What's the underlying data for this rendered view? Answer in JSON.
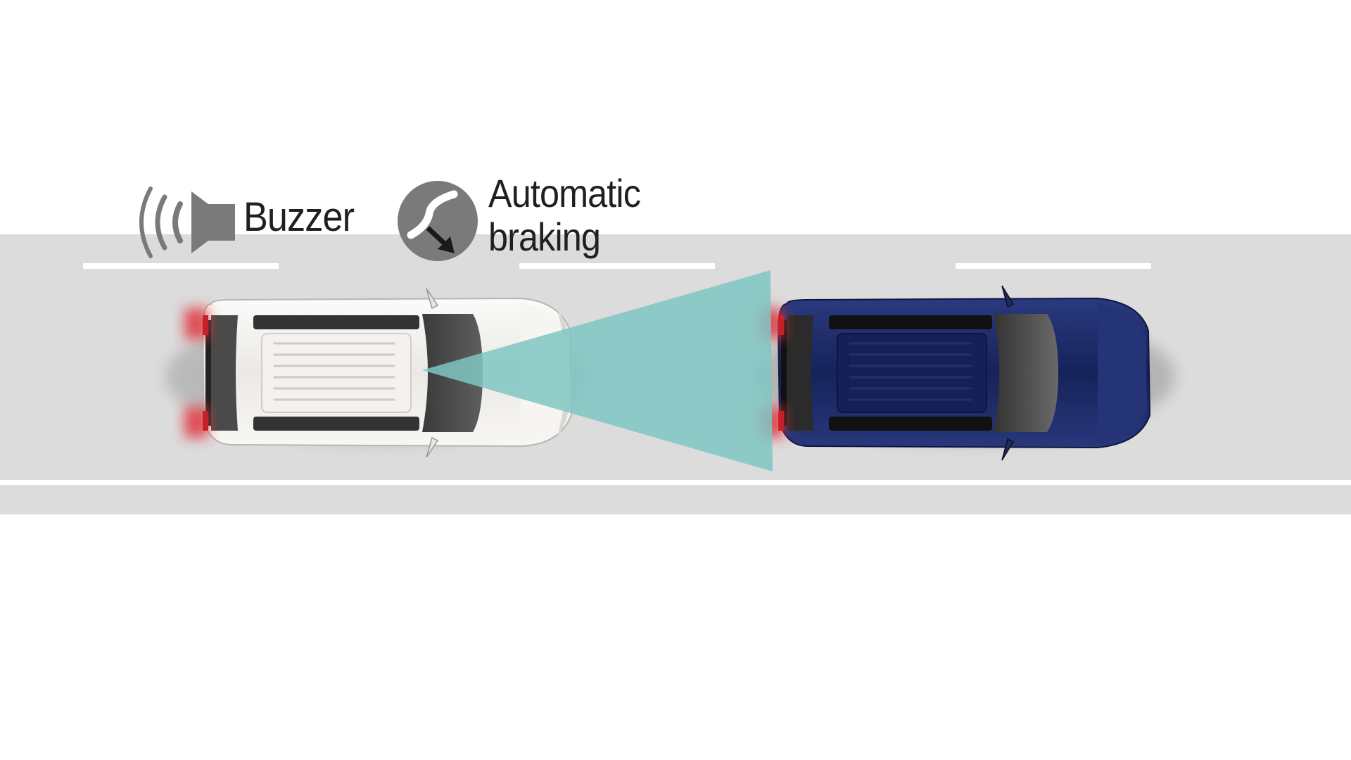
{
  "colors": {
    "road": "#dcdcdc",
    "lane_marking": "#ffffff",
    "sensor_beam": "#7fc6c2",
    "icon_gray": "#7a7a7a",
    "text": "#231f1f",
    "ego_car": "#f2f1ee",
    "lead_car": "#1c2a63",
    "brake_light": "#e0323a"
  },
  "legend": {
    "buzzer": {
      "icon": "speaker-sound-waves-icon",
      "label": "Buzzer"
    },
    "braking": {
      "icon": "brake-pedal-arrow-icon",
      "line1": "Automatic",
      "line2": "braking"
    }
  },
  "vehicles": {
    "ego": "white-suv",
    "lead": "blue-suv"
  }
}
